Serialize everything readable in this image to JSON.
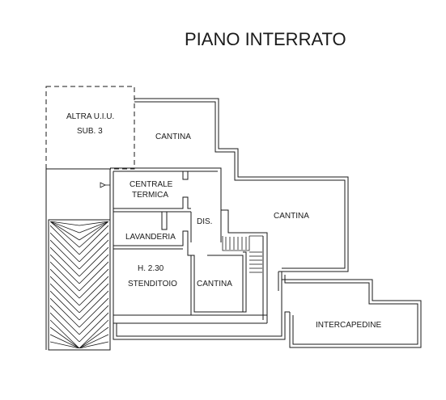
{
  "title": "PIANO INTERRATO",
  "rooms": {
    "altra_uiu": "ALTRA U.I.U.",
    "sub": "SUB. 3",
    "cantina_top": "CANTINA",
    "centrale": "CENTRALE",
    "termica": "TERMICA",
    "cantina_right": "CANTINA",
    "dis": "DIS.",
    "lavanderia": "LAVANDERIA",
    "height": "H. 2.30",
    "stenditoio": "STENDITOIO",
    "cantina_small": "CANTINA",
    "intercapedine": "INTERCAPEDINE"
  }
}
